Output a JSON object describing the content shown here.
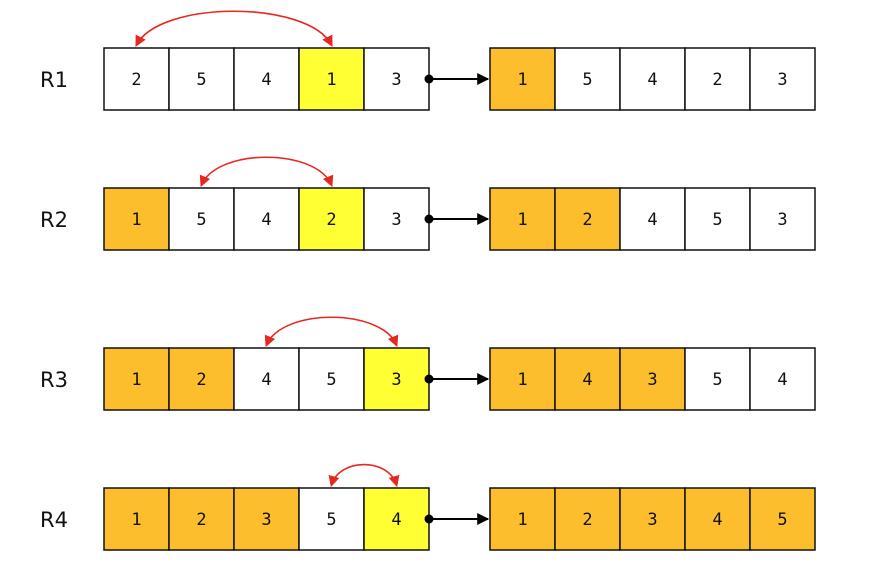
{
  "colors": {
    "sorted": "#FDBE2D",
    "selected_min": "#FFFF33",
    "default": "#FFFFFF",
    "swap_arrow": "#E8271E",
    "connector": "#000000"
  },
  "rounds": [
    {
      "label": "R1",
      "before": [
        {
          "value": "2",
          "state": "default"
        },
        {
          "value": "5",
          "state": "default"
        },
        {
          "value": "4",
          "state": "default"
        },
        {
          "value": "1",
          "state": "selected_min"
        },
        {
          "value": "3",
          "state": "default"
        }
      ],
      "after": [
        {
          "value": "1",
          "state": "sorted"
        },
        {
          "value": "5",
          "state": "default"
        },
        {
          "value": "4",
          "state": "default"
        },
        {
          "value": "2",
          "state": "default"
        },
        {
          "value": "3",
          "state": "default"
        }
      ],
      "swap": [
        0,
        3
      ]
    },
    {
      "label": "R2",
      "before": [
        {
          "value": "1",
          "state": "sorted"
        },
        {
          "value": "5",
          "state": "default"
        },
        {
          "value": "4",
          "state": "default"
        },
        {
          "value": "2",
          "state": "selected_min"
        },
        {
          "value": "3",
          "state": "default"
        }
      ],
      "after": [
        {
          "value": "1",
          "state": "sorted"
        },
        {
          "value": "2",
          "state": "sorted"
        },
        {
          "value": "4",
          "state": "default"
        },
        {
          "value": "5",
          "state": "default"
        },
        {
          "value": "3",
          "state": "default"
        }
      ],
      "swap": [
        1,
        3
      ]
    },
    {
      "label": "R3",
      "before": [
        {
          "value": "1",
          "state": "sorted"
        },
        {
          "value": "2",
          "state": "sorted"
        },
        {
          "value": "4",
          "state": "default"
        },
        {
          "value": "5",
          "state": "default"
        },
        {
          "value": "3",
          "state": "selected_min"
        }
      ],
      "after": [
        {
          "value": "1",
          "state": "sorted"
        },
        {
          "value": "4",
          "state": "sorted"
        },
        {
          "value": "3",
          "state": "sorted"
        },
        {
          "value": "5",
          "state": "default"
        },
        {
          "value": "4",
          "state": "default"
        }
      ],
      "swap": [
        2,
        4
      ]
    },
    {
      "label": "R4",
      "before": [
        {
          "value": "1",
          "state": "sorted"
        },
        {
          "value": "2",
          "state": "sorted"
        },
        {
          "value": "3",
          "state": "sorted"
        },
        {
          "value": "5",
          "state": "default"
        },
        {
          "value": "4",
          "state": "selected_min"
        }
      ],
      "after": [
        {
          "value": "1",
          "state": "sorted"
        },
        {
          "value": "2",
          "state": "sorted"
        },
        {
          "value": "3",
          "state": "sorted"
        },
        {
          "value": "4",
          "state": "sorted"
        },
        {
          "value": "5",
          "state": "sorted"
        }
      ],
      "swap": [
        3,
        4
      ]
    }
  ]
}
